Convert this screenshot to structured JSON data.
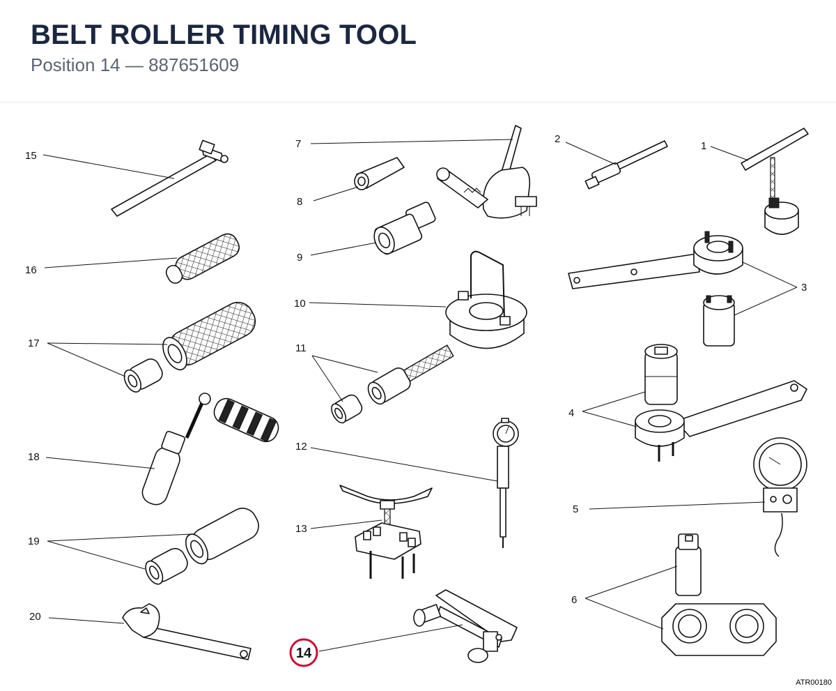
{
  "header": {
    "title": "BELT ROLLER TIMING TOOL",
    "subtitle": "Position 14 — 887651609"
  },
  "diagram": {
    "highlighted": "14",
    "highlight_color": "#c8102e",
    "footer_code": "ATR00180",
    "labels": [
      "1",
      "2",
      "3",
      "4",
      "5",
      "6",
      "7",
      "8",
      "9",
      "10",
      "11",
      "12",
      "13",
      "14",
      "15",
      "16",
      "17",
      "18",
      "19",
      "20"
    ]
  }
}
